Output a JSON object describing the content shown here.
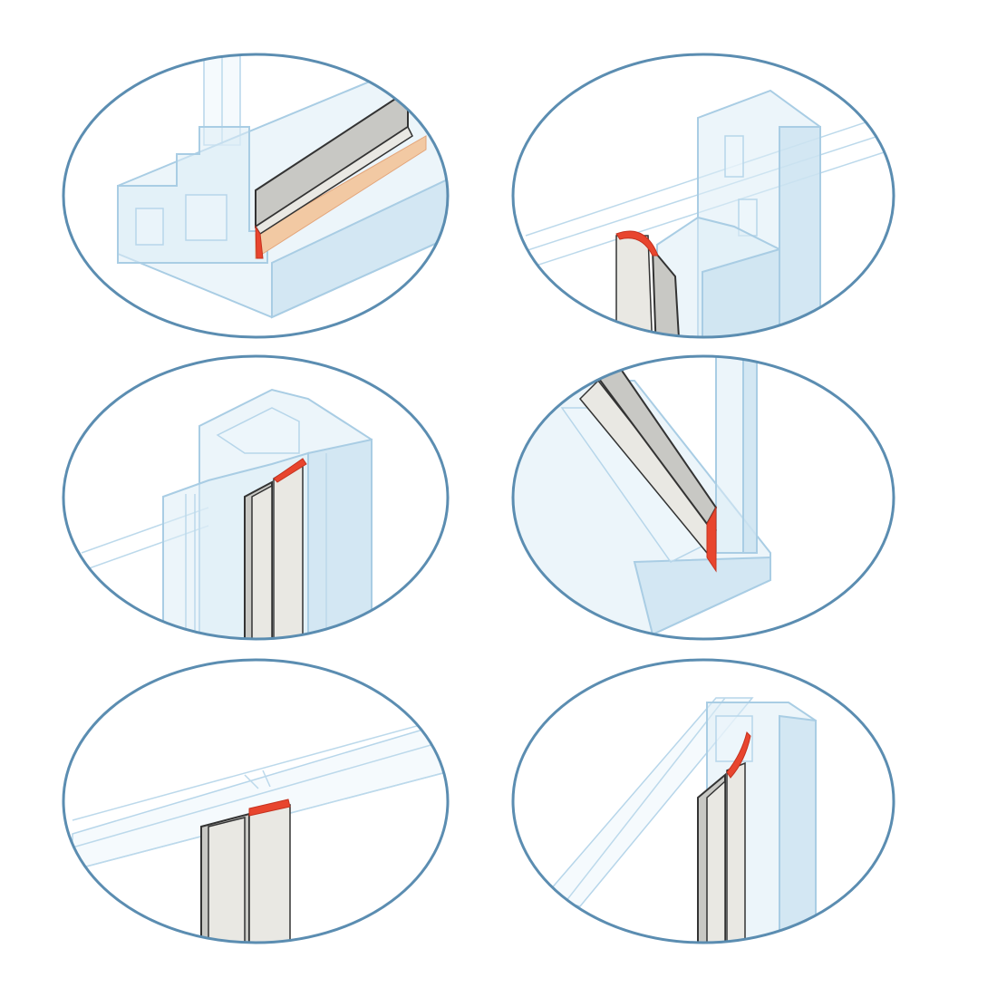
{
  "colors": {
    "lens_ring": "#5b8db1",
    "frame": "#dcecf6",
    "frame_edge": "#a9cde4",
    "seal_strip": "#c8c8c4",
    "adhesive_tape": "#e8452e",
    "adhesive_backing": "#f2c9a3",
    "background": "#ffffff"
  },
  "panels": [
    {
      "id": "panel-1",
      "icon": "bottom-rail-seal-icon"
    },
    {
      "id": "panel-2",
      "icon": "side-jamb-seal-icon"
    },
    {
      "id": "panel-3",
      "icon": "corner-post-seal-icon"
    },
    {
      "id": "panel-4",
      "icon": "sill-channel-seal-icon"
    },
    {
      "id": "panel-5",
      "icon": "glass-edge-seal-icon"
    },
    {
      "id": "panel-6",
      "icon": "frame-groove-seal-icon"
    }
  ]
}
